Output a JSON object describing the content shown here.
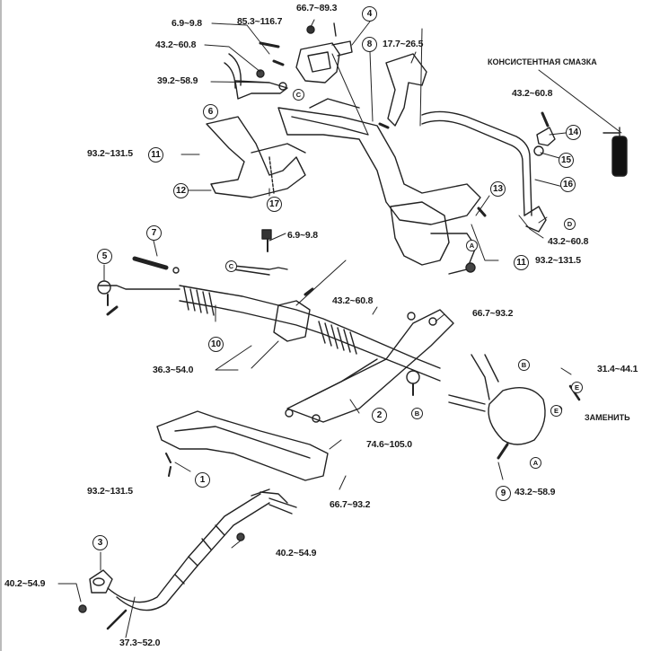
{
  "diagram": {
    "title": "Front suspension / steering / exhaust exploded view with tightening torques",
    "notes": {
      "grease": "КОНСИСТЕНТНАЯ СМАЗКА",
      "replace": "ЗАМЕНИТЬ"
    },
    "torques": {
      "t_6_9_9_8_top": "6.9~9.8",
      "t_85_3_116_7": "85.3~116.7",
      "t_66_7_89_3": "66.7~89.3",
      "t_43_2_60_8_top": "43.2~60.8",
      "t_39_2_58_9": "39.2~58.9",
      "t_17_7_26_5": "17.7~26.5",
      "t_43_2_60_8_right": "43.2~60.8",
      "t_93_2_131_5_left": "93.2~131.5",
      "t_43_2_60_8_stab": "43.2~60.8",
      "t_93_2_131_5_right": "93.2~131.5",
      "t_6_9_9_8_mid": "6.9~9.8",
      "t_43_2_60_8_mid": "43.2~60.8",
      "t_66_7_93_2_right": "66.7~93.2",
      "t_36_3_54_0": "36.3~54.0",
      "t_31_4_44_1": "31.4~44.1",
      "t_74_6_105_0": "74.6~105.0",
      "t_93_2_131_5_bottom": "93.2~131.5",
      "t_66_7_93_2_bottom": "66.7~93.2",
      "t_43_2_58_9": "43.2~58.9",
      "t_40_2_54_9_right": "40.2~54.9",
      "t_40_2_54_9_left": "40.2~54.9",
      "t_37_3_52_0": "37.3~52.0"
    },
    "callouts": {
      "n1": "1",
      "n2": "2",
      "n3": "3",
      "n4": "4",
      "n5": "5",
      "n6": "6",
      "n7": "7",
      "n8": "8",
      "n9": "9",
      "n10": "10",
      "n11a": "11",
      "n11b": "11",
      "n12": "12",
      "n13": "13",
      "n14": "14",
      "n15": "15",
      "n16": "16",
      "n17": "17"
    },
    "letters": {
      "a1": "A",
      "a2": "A",
      "b1": "B",
      "b2": "B",
      "c1": "C",
      "c2": "C",
      "d1": "D",
      "e1": "E",
      "e2": "E"
    }
  }
}
